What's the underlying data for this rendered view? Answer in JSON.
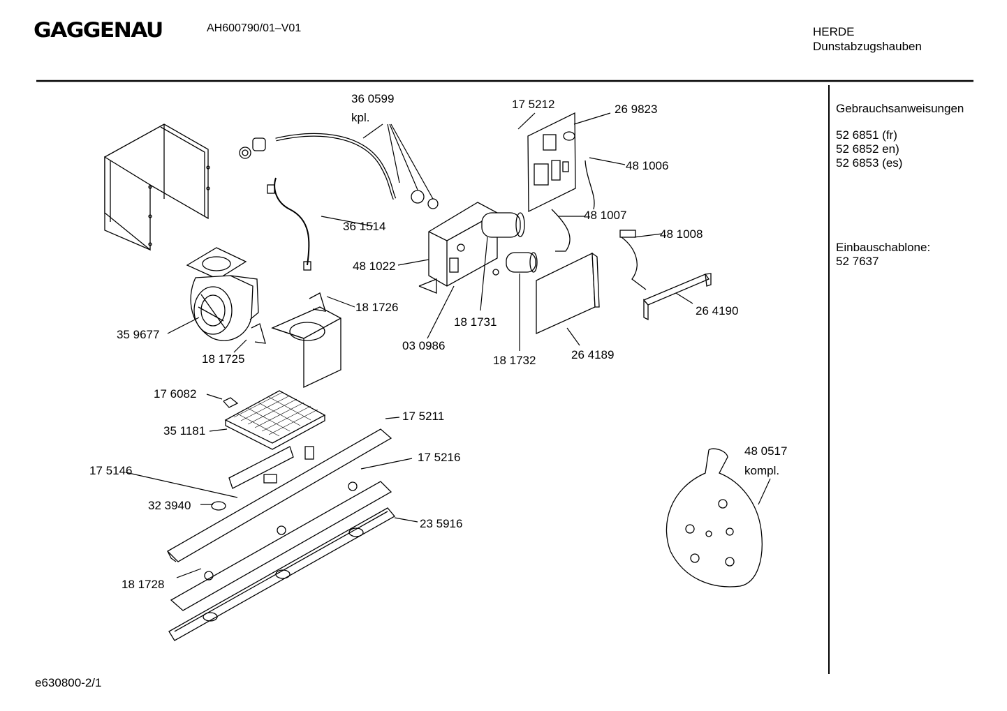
{
  "header": {
    "brand": "GAGGENAU",
    "model": "AH600790/01–V01",
    "category": "HERDE",
    "subcategory": "Dunstabzugshauben"
  },
  "sidebar": {
    "manuals_title": "Gebrauchsanweisungen",
    "manuals": [
      "52 6851 (fr)",
      "52 6852 en)",
      "52 6853 (es)"
    ],
    "template_title": "Einbauschablone:",
    "template_number": "52 7637"
  },
  "parts": {
    "p360599": "36 0599",
    "kpl": "kpl.",
    "p175212": "17 5212",
    "p269823": "26 9823",
    "p481006": "48 1006",
    "p481007": "48 1007",
    "p481008": "48 1008",
    "p361514": "36 1514",
    "p481022": "48 1022",
    "p181726": "18 1726",
    "p359677": "35 9677",
    "p181731": "18 1731",
    "p030986": "03 0986",
    "p181725": "18 1725",
    "p181732": "18 1732",
    "p264189": "26 4189",
    "p264190": "26 4190",
    "p176082": "17 6082",
    "p351181": "35 1181",
    "p175211": "17 5211",
    "p175216": "17 5216",
    "p175146": "17 5146",
    "p323940": "32 3940",
    "p235916": "23 5916",
    "p181728": "18 1728",
    "p480517": "48 0517",
    "kompl": "kompl."
  },
  "footer": {
    "code": "e630800-2/1"
  }
}
